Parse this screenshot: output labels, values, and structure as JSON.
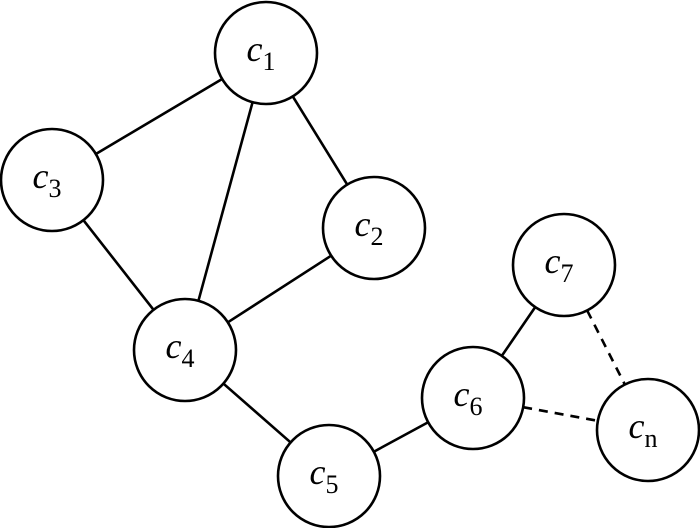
{
  "graph": {
    "nodes": [
      {
        "id": "c1",
        "base": "c",
        "sub": "1"
      },
      {
        "id": "c2",
        "base": "c",
        "sub": "2"
      },
      {
        "id": "c3",
        "base": "c",
        "sub": "3"
      },
      {
        "id": "c4",
        "base": "c",
        "sub": "4"
      },
      {
        "id": "c5",
        "base": "c",
        "sub": "5"
      },
      {
        "id": "c6",
        "base": "c",
        "sub": "6"
      },
      {
        "id": "c7",
        "base": "c",
        "sub": "7"
      },
      {
        "id": "cn",
        "base": "c",
        "sub": "n"
      }
    ],
    "edges": [
      {
        "from": "c1",
        "to": "c3",
        "style": "solid"
      },
      {
        "from": "c1",
        "to": "c4",
        "style": "solid"
      },
      {
        "from": "c1",
        "to": "c2",
        "style": "solid"
      },
      {
        "from": "c3",
        "to": "c4",
        "style": "solid"
      },
      {
        "from": "c2",
        "to": "c4",
        "style": "solid"
      },
      {
        "from": "c4",
        "to": "c5",
        "style": "solid"
      },
      {
        "from": "c5",
        "to": "c6",
        "style": "solid"
      },
      {
        "from": "c6",
        "to": "c7",
        "style": "solid"
      },
      {
        "from": "c7",
        "to": "cn",
        "style": "dashed"
      },
      {
        "from": "c6",
        "to": "cn",
        "style": "dashed"
      }
    ]
  }
}
